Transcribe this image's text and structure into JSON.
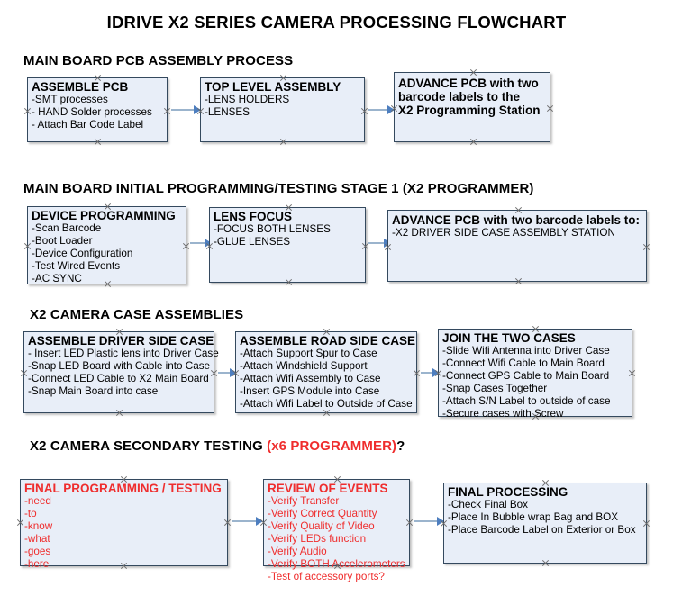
{
  "document": {
    "title": "IDRIVE X2  SERIES CAMERA PROCESSING FLOWCHART"
  },
  "colors": {
    "node_fill": "#e8eef8",
    "node_border": "#34495e",
    "connector": "#9bb4cd",
    "arrowhead": "#4d7ebf",
    "red_text": "#ef2d2d",
    "black_text": "#000000",
    "page_background": "#ffffff"
  },
  "sections": [
    {
      "heading": "MAIN BOARD PCB ASSEMBLY PROCESS",
      "heading_red_suffix": "",
      "nodes": [
        {
          "title": "ASSEMBLE PCB",
          "lines": [
            "-SMT processes",
            "- HAND Solder processes",
            "- Attach Bar Code Label"
          ]
        },
        {
          "title": "TOP LEVEL ASSEMBLY",
          "lines": [
            "-LENS HOLDERS",
            "-LENSES"
          ]
        },
        {
          "title": "ADVANCE PCB with two",
          "title2": "barcode labels to the",
          "title3": " X2 Programming Station",
          "lines": []
        }
      ]
    },
    {
      "heading": "MAIN BOARD INITIAL PROGRAMMING/TESTING STAGE 1 (X2 PROGRAMMER)",
      "heading_red_suffix": "",
      "nodes": [
        {
          "title": "DEVICE PROGRAMMING",
          "lines": [
            "-Scan Barcode",
            "-Boot Loader",
            "-Device Configuration",
            "-Test Wired Events",
            "-AC SYNC"
          ]
        },
        {
          "title": "LENS FOCUS",
          "lines": [
            "-FOCUS BOTH LENSES",
            "-GLUE LENSES"
          ]
        },
        {
          "title": "ADVANCE PCB with two barcode labels to:",
          "lines": [
            "-X2 DRIVER  SIDE  CASE  ASSEMBLY STATION"
          ]
        }
      ]
    },
    {
      "heading": "X2 CAMERA CASE ASSEMBLIES",
      "heading_red_suffix": "",
      "nodes": [
        {
          "title": "ASSEMBLE DRIVER SIDE CASE",
          "lines": [
            "- Insert LED Plastic lens into Driver Case",
            "-Snap LED Board with Cable into Case",
            "-Connect LED Cable to X2 Main Board",
            "-Snap Main Board into case"
          ]
        },
        {
          "title": "ASSEMBLE ROAD SIDE CASE",
          "lines": [
            "-Attach Support Spur to Case",
            "-Attach Windshield Support",
            "-Attach Wifi Assembly to Case",
            "-Insert GPS Module into Case",
            "-Attach Wifi Label to Outside of Case"
          ]
        },
        {
          "title": "JOIN THE TWO CASES",
          "lines": [
            "-Slide Wifi Antenna into Driver Case",
            "-Connect Wifi Cable to Main Board",
            "-Connect GPS Cable to Main Board",
            "-Snap Cases Together",
            "-Attach S/N Label to outside of case",
            "-Secure cases with Screw"
          ]
        }
      ]
    },
    {
      "heading": "X2 CAMERA SECONDARY TESTING  ",
      "heading_red_suffix": "(x6 PROGRAMMER)",
      "heading_tail": "?",
      "nodes": [
        {
          "title": "FINAL PROGRAMMING / TESTING",
          "lines": [
            "-need",
            "-to",
            "-know",
            "-what",
            "-goes",
            "-here"
          ],
          "color": "red"
        },
        {
          "title": "REVIEW OF EVENTS",
          "lines": [
            "-Verify Transfer",
            "-Verify Correct Quantity",
            "-Verify Quality of Video",
            "-Verify LEDs function",
            "-Verify Audio",
            "-Verify BOTH Accelerometers",
            "-Test of accessory ports?"
          ],
          "color": "red"
        },
        {
          "title": "FINAL PROCESSING",
          "lines": [
            " -Check Final Box",
            "-Place In Bubble wrap Bag and BOX",
            "-Place Barcode Label on Exterior or Box"
          ]
        }
      ]
    }
  ]
}
